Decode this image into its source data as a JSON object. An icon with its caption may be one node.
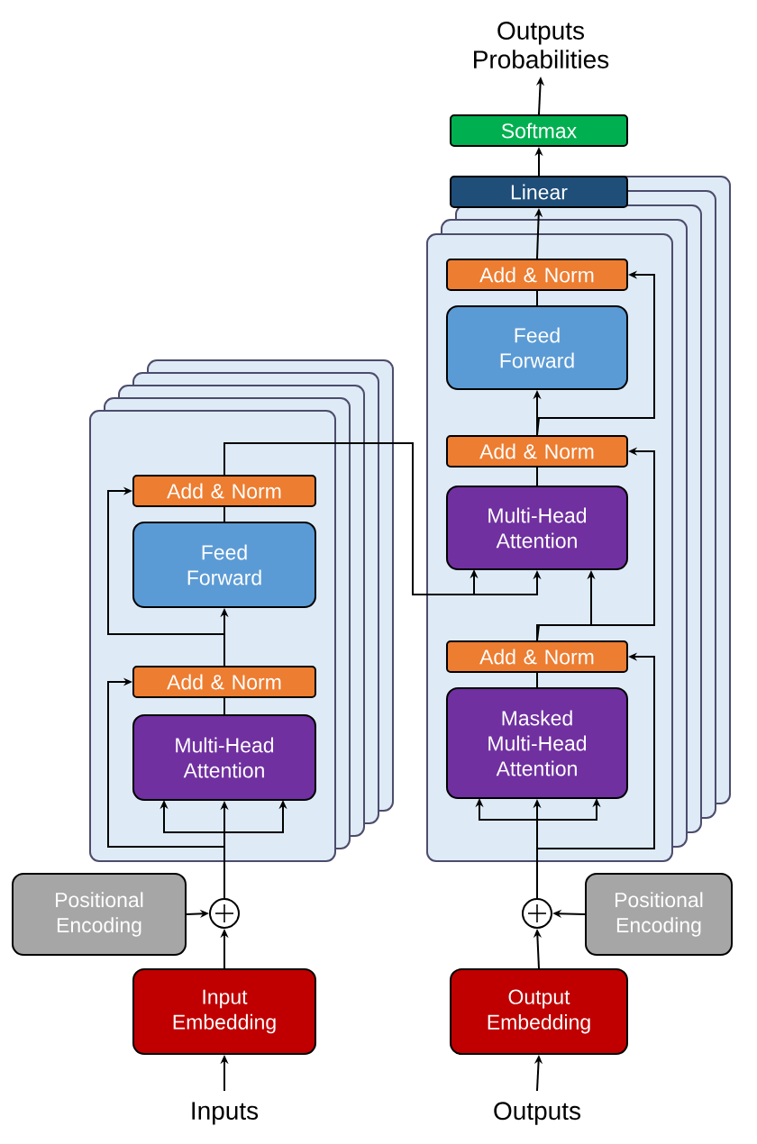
{
  "diagram": {
    "nodes": [
      {
        "text": [],
        "shape": "box"
      },
      {
        "text": [
          "Add & Norm"
        ],
        "in": 0
      },
      {
        "text": [
          "Feed Forward"
        ],
        "in": 0
      },
      {
        "text": [
          "Add & Norm"
        ],
        "in": 0
      },
      {
        "text": [
          "Multi-Head Attention"
        ],
        "in": 0
      },
      {
        "text": [],
        "shape": "box"
      },
      {
        "text": [
          "Add & Norm"
        ],
        "in": 5
      },
      {
        "text": [
          "Feed Forward"
        ],
        "in": 5
      },
      {
        "text": [
          "Add & Norm"
        ],
        "in": 5
      },
      {
        "text": [
          "Multi-Head Attention"
        ],
        "in": 5
      },
      {
        "text": [
          "Add & Norm"
        ],
        "in": 5
      },
      {
        "text": [
          "Masked Multi-Head Attention"
        ],
        "in": 5
      },
      {
        "text": [
          "Linear"
        ]
      },
      {
        "text": [
          "Softmax"
        ]
      },
      {
        "text": [
          "Outputs Probabilities"
        ]
      },
      {
        "text": [
          "Positional Encoding"
        ]
      },
      {
        "text": [],
        "shape": "circle"
      },
      {
        "text": [
          "Input Embedding"
        ]
      },
      {
        "text": [
          "Inputs"
        ]
      },
      {
        "text": [],
        "shape": "circle"
      },
      {
        "text": [
          "Positional Encoding"
        ]
      },
      {
        "text": [
          "Output Embedding"
        ]
      },
      {
        "text": [
          "Outputs"
        ]
      }
    ],
    "edges": [
      {
        "from": 18,
        "to": 17,
        "arrow": "to"
      },
      {
        "from": 17,
        "to": 16,
        "arrow": "to"
      },
      {
        "from": 15,
        "to": 16,
        "arrow": "to"
      },
      {
        "from": 16,
        "to": 4,
        "arrow": "to"
      },
      {
        "from": 16,
        "to": 3,
        "arrow": "to"
      },
      {
        "from": 4,
        "to": 3,
        "arrow": "none"
      },
      {
        "from": 3,
        "to": 2,
        "arrow": "to"
      },
      {
        "from": 3,
        "to": 1,
        "arrow": "to"
      },
      {
        "from": 2,
        "to": 1,
        "arrow": "none"
      },
      {
        "from": 1,
        "to": 9,
        "arrow": "to"
      },
      {
        "from": 22,
        "to": 21,
        "arrow": "to"
      },
      {
        "from": 21,
        "to": 19,
        "arrow": "to"
      },
      {
        "from": 20,
        "to": 19,
        "arrow": "to"
      },
      {
        "from": 19,
        "to": 11,
        "arrow": "to"
      },
      {
        "from": 19,
        "to": 10,
        "arrow": "to"
      },
      {
        "from": 11,
        "to": 10,
        "arrow": "none"
      },
      {
        "from": 10,
        "to": 9,
        "arrow": "to"
      },
      {
        "from": 10,
        "to": 8,
        "arrow": "to"
      },
      {
        "from": 9,
        "to": 8,
        "arrow": "none"
      },
      {
        "from": 8,
        "to": 7,
        "arrow": "to"
      },
      {
        "from": 8,
        "to": 6,
        "arrow": "to"
      },
      {
        "from": 7,
        "to": 6,
        "arrow": "none"
      },
      {
        "from": 6,
        "to": 12,
        "arrow": "to"
      },
      {
        "from": 12,
        "to": 13,
        "arrow": "to"
      },
      {
        "from": 13,
        "to": 14,
        "arrow": "to"
      }
    ]
  }
}
